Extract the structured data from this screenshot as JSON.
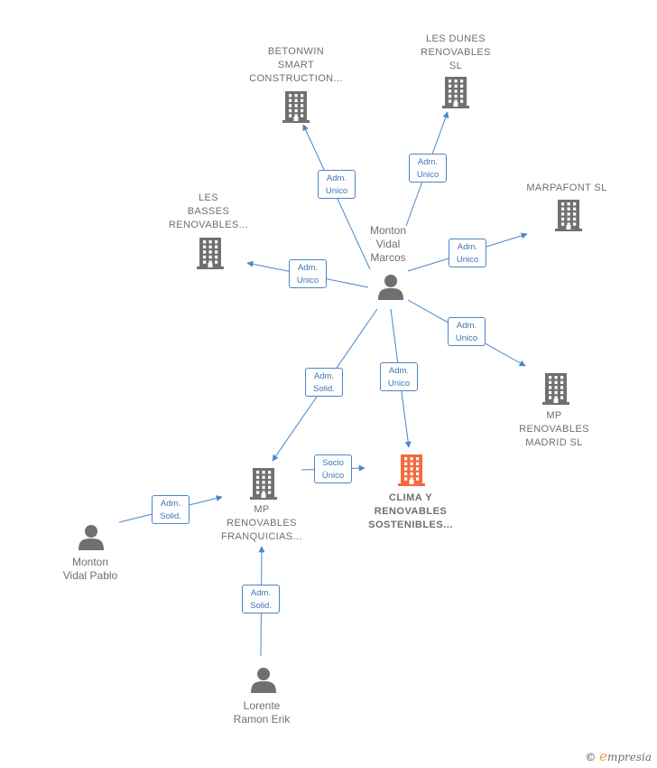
{
  "colors": {
    "node": "#707070",
    "focus_node": "#f26a3d",
    "edge": "#4a86c8",
    "edge_label_text": "#3e74b4",
    "watermark_accent": "#f0a030"
  },
  "nodes": [
    {
      "id": "betonwin",
      "kind": "company",
      "label_lines": [
        "BETONWIN",
        "SMART",
        "CONSTRUCTION..."
      ]
    },
    {
      "id": "les-dunes",
      "kind": "company",
      "label_lines": [
        "LES DUNES",
        "RENOVABLES",
        "SL"
      ]
    },
    {
      "id": "marpafont",
      "kind": "company",
      "label_lines": [
        "MARPAFONT SL"
      ]
    },
    {
      "id": "les-basses",
      "kind": "company",
      "label_lines": [
        "LES",
        "BASSES",
        "RENOVABLES..."
      ]
    },
    {
      "id": "monton-vidal-marcos",
      "kind": "person",
      "label_lines": [
        "Monton",
        "Vidal",
        "Marcos"
      ]
    },
    {
      "id": "mp-madrid",
      "kind": "company",
      "label_lines": [
        "MP",
        "RENOVABLES",
        "MADRID  SL"
      ]
    },
    {
      "id": "clima",
      "kind": "focus",
      "label_lines": [
        "CLIMA Y",
        "RENOVABLES",
        "SOSTENIBLES..."
      ]
    },
    {
      "id": "mp-franquicias",
      "kind": "company",
      "label_lines": [
        "MP",
        "RENOVABLES",
        "FRANQUICIAS..."
      ]
    },
    {
      "id": "monton-vidal-pablo",
      "kind": "person",
      "label_lines": [
        "Monton",
        "Vidal Pablo"
      ]
    },
    {
      "id": "lorente-ramon-erik",
      "kind": "person",
      "label_lines": [
        "Lorente",
        "Ramon Erik"
      ]
    }
  ],
  "edges": [
    {
      "from": "monton-vidal-marcos",
      "to": "betonwin",
      "label_lines": [
        "Adm.",
        "Unico"
      ]
    },
    {
      "from": "monton-vidal-marcos",
      "to": "les-dunes",
      "label_lines": [
        "Adm.",
        "Unico"
      ]
    },
    {
      "from": "monton-vidal-marcos",
      "to": "marpafont",
      "label_lines": [
        "Adm.",
        "Unico"
      ]
    },
    {
      "from": "monton-vidal-marcos",
      "to": "les-basses",
      "label_lines": [
        "Adm.",
        "Unico"
      ]
    },
    {
      "from": "monton-vidal-marcos",
      "to": "mp-madrid",
      "label_lines": [
        "Adm.",
        "Unico"
      ]
    },
    {
      "from": "monton-vidal-marcos",
      "to": "clima",
      "label_lines": [
        "Adm.",
        "Unico"
      ]
    },
    {
      "from": "monton-vidal-marcos",
      "to": "mp-franquicias",
      "label_lines": [
        "Adm.",
        "Solid."
      ]
    },
    {
      "from": "mp-franquicias",
      "to": "clima",
      "label_lines": [
        "Socio",
        "Único"
      ]
    },
    {
      "from": "monton-vidal-pablo",
      "to": "mp-franquicias",
      "label_lines": [
        "Adm.",
        "Solid."
      ]
    },
    {
      "from": "lorente-ramon-erik",
      "to": "mp-franquicias",
      "label_lines": [
        "Adm.",
        "Solid."
      ]
    }
  ],
  "watermark": {
    "copyright": "©",
    "brand_initial": "e",
    "brand_rest": "mpresia"
  }
}
